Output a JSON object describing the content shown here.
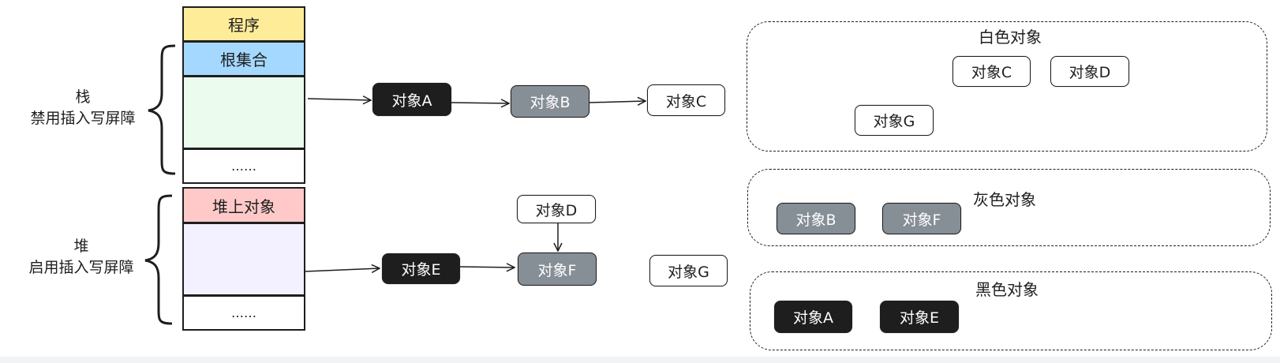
{
  "stack_column": {
    "program": "程序",
    "root_set": "根集合",
    "stack_ellipsis": "……",
    "heap_object": "堆上对象",
    "heap_ellipsis": "……"
  },
  "stack_label": {
    "line1": "栈",
    "line2": "禁用插入写屏障"
  },
  "heap_label": {
    "line1": "堆",
    "line2": "启用插入写屏障"
  },
  "graph": {
    "obj_a": "对象A",
    "obj_b": "对象B",
    "obj_c": "对象C",
    "obj_d": "对象D",
    "obj_e": "对象E",
    "obj_f": "对象F",
    "obj_g": "对象G"
  },
  "groups": {
    "white": {
      "title": "白色对象",
      "items": [
        "对象C",
        "对象D",
        "对象G"
      ]
    },
    "gray": {
      "title": "灰色对象",
      "items": [
        "对象B",
        "对象F"
      ]
    },
    "black": {
      "title": "黑色对象",
      "items": [
        "对象A",
        "对象E"
      ]
    }
  },
  "colors": {
    "program_fill": "#ffec99",
    "root_set_fill": "#a5d8ff",
    "stack_fill": "#ebfbee",
    "heap_object_fill": "#ffc9c9",
    "heap_fill": "#f3f0ff",
    "black_node": "#1e1e1e",
    "gray_node": "#868e96",
    "white_node": "#ffffff"
  }
}
